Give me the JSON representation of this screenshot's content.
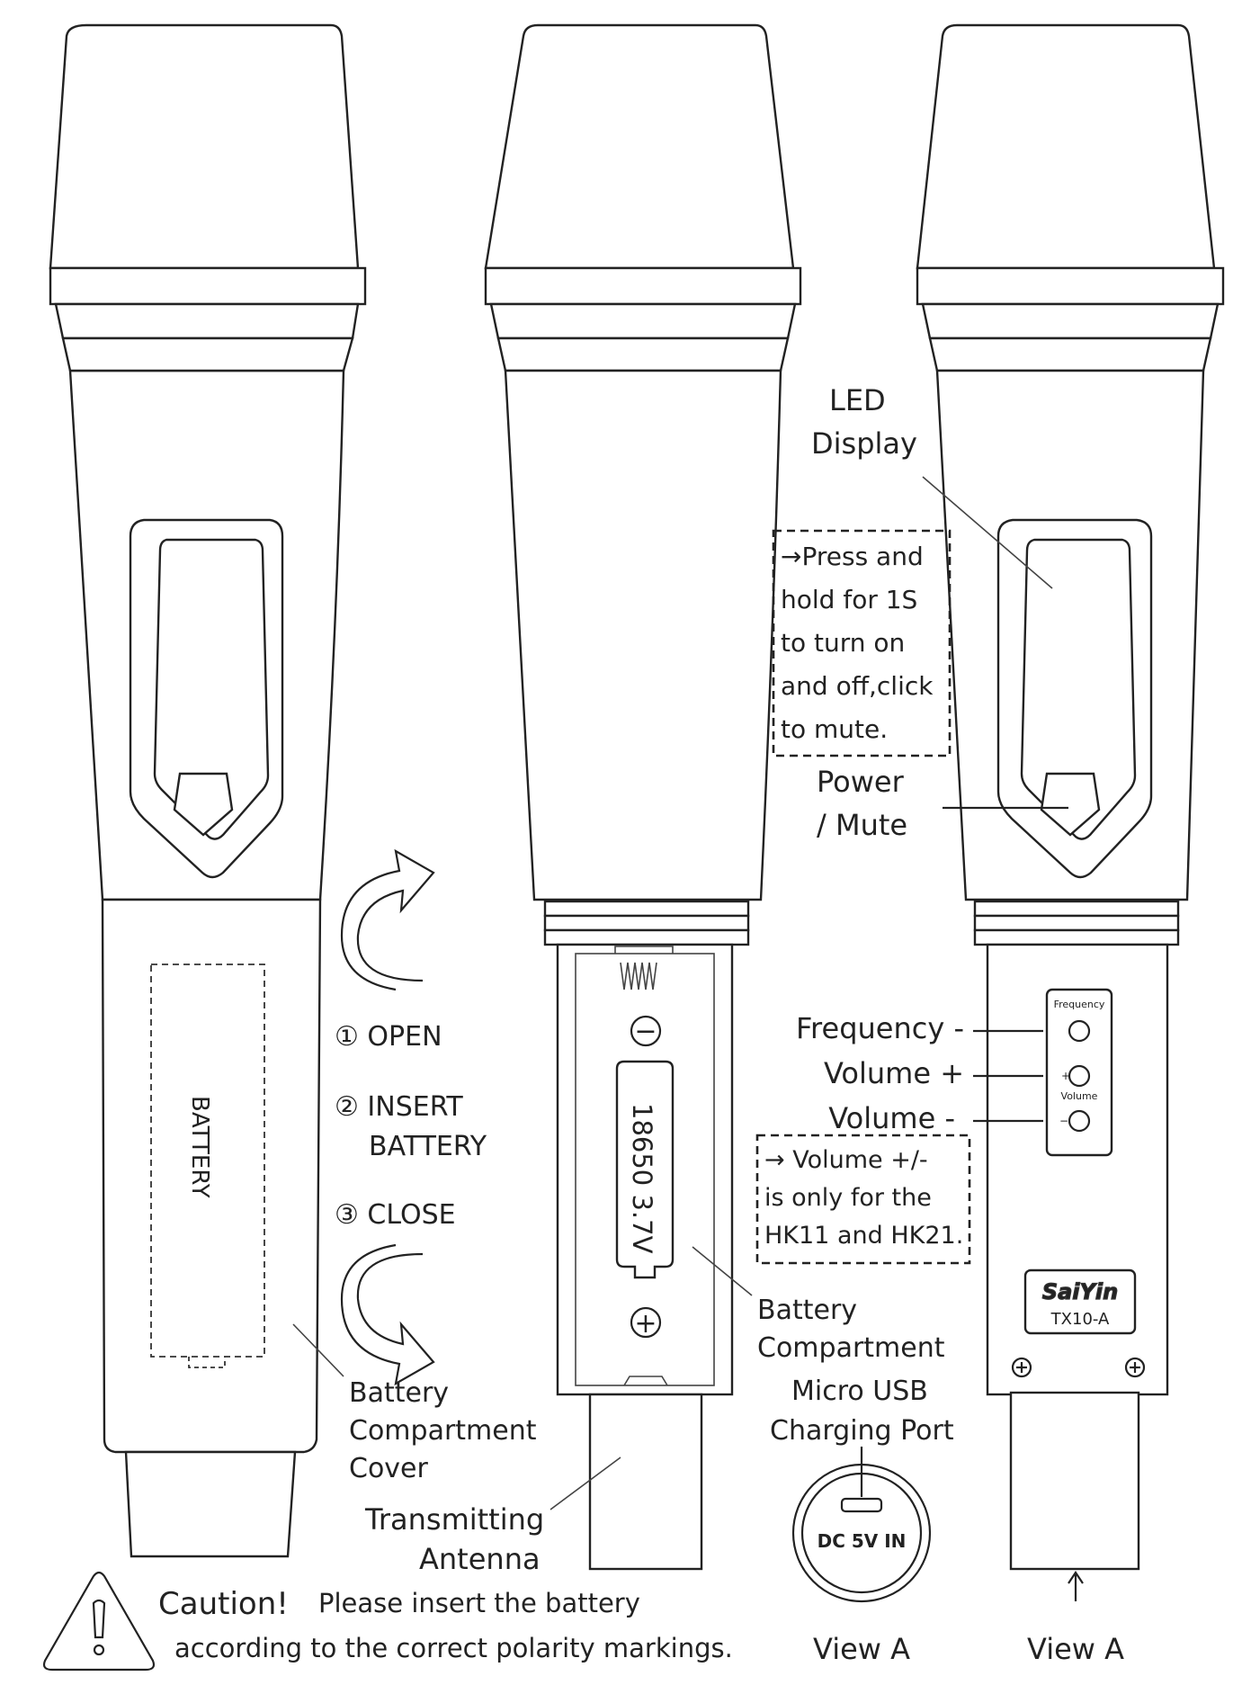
{
  "left_mic": {
    "battery_cover_text": "BATTERY",
    "cover_label_lines": [
      "Battery",
      "Compartment",
      "Cover"
    ]
  },
  "steps": {
    "open": "① OPEN",
    "insert_line1": "② INSERT",
    "insert_line2": "BATTERY",
    "close": "③ CLOSE"
  },
  "center_mic": {
    "battery_marking": "18650 3.7V",
    "minus_symbol": "−",
    "plus_symbol": "+",
    "compartment_label_lines": [
      "Battery",
      "Compartment"
    ],
    "antenna_label_lines": [
      "Transmitting",
      "Antenna"
    ]
  },
  "right_mic": {
    "led_label_lines": [
      "LED",
      "Display"
    ],
    "power_note_lines": [
      "→Press and",
      "hold for 1S",
      "to turn on",
      "and off,click",
      "to mute."
    ],
    "power_label_lines": [
      "Power",
      "/ Mute"
    ],
    "frequency_label": "Frequency -",
    "volume_plus_label": "Volume +",
    "volume_minus_label": "Volume -",
    "panel_frequency_text": "Frequency",
    "panel_volume_text": "Volume",
    "panel_plus": "+",
    "panel_minus": "−",
    "volume_note_lines": [
      "→ Volume +/-",
      "is only for the",
      "HK11 and HK21."
    ],
    "brand": "SaiYin",
    "model": "TX10-A",
    "view_label": "View A"
  },
  "usb": {
    "label_lines": [
      "Micro USB",
      "Charging Port"
    ],
    "port_text": "DC 5V IN",
    "view_label": "View A"
  },
  "caution": {
    "title": "Caution!",
    "line1": "Please insert the battery",
    "line2": "according to the correct polarity markings."
  }
}
